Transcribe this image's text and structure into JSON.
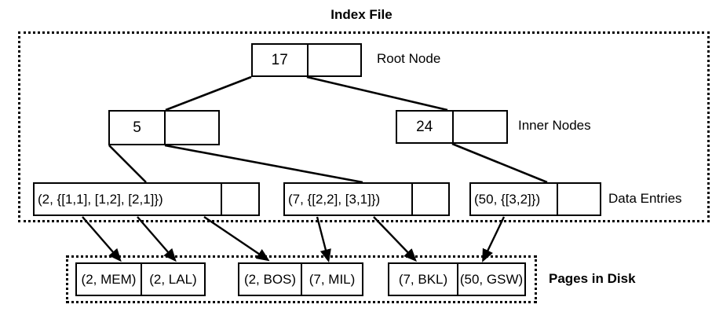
{
  "diagram": {
    "index_region": {
      "title": "Index File",
      "captions": {
        "root": "Root Node",
        "inner": "Inner Nodes",
        "data": "Data Entries"
      }
    },
    "disk_region": {
      "title": "Pages in Disk"
    },
    "root_node": {
      "key": "17",
      "empty": ""
    },
    "inner_nodes": [
      {
        "key": "5",
        "empty": ""
      },
      {
        "key": "24",
        "empty": ""
      }
    ],
    "data_entries": [
      {
        "entry": "(2, {[1,1], [1,2], [2,1]})",
        "empty": ""
      },
      {
        "entry": "(7, {[2,2], [3,1]})",
        "empty": ""
      },
      {
        "entry": "(50, {[3,2]})",
        "empty": ""
      }
    ],
    "disk_pages": [
      {
        "slots": [
          "(2, MEM)",
          "(2, LAL)"
        ]
      },
      {
        "slots": [
          "(2, BOS)",
          "(7, MIL)"
        ]
      },
      {
        "slots": [
          "(7, BKL)",
          "(50, GSW)"
        ]
      }
    ],
    "colors": {
      "stroke": "#000000",
      "background": "#ffffff"
    }
  }
}
